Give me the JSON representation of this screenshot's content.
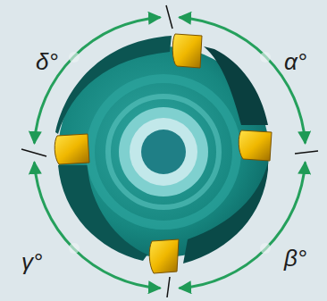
{
  "diagram": {
    "labels": [
      "δ°",
      "α°",
      "γ°",
      "β°"
    ]
  }
}
